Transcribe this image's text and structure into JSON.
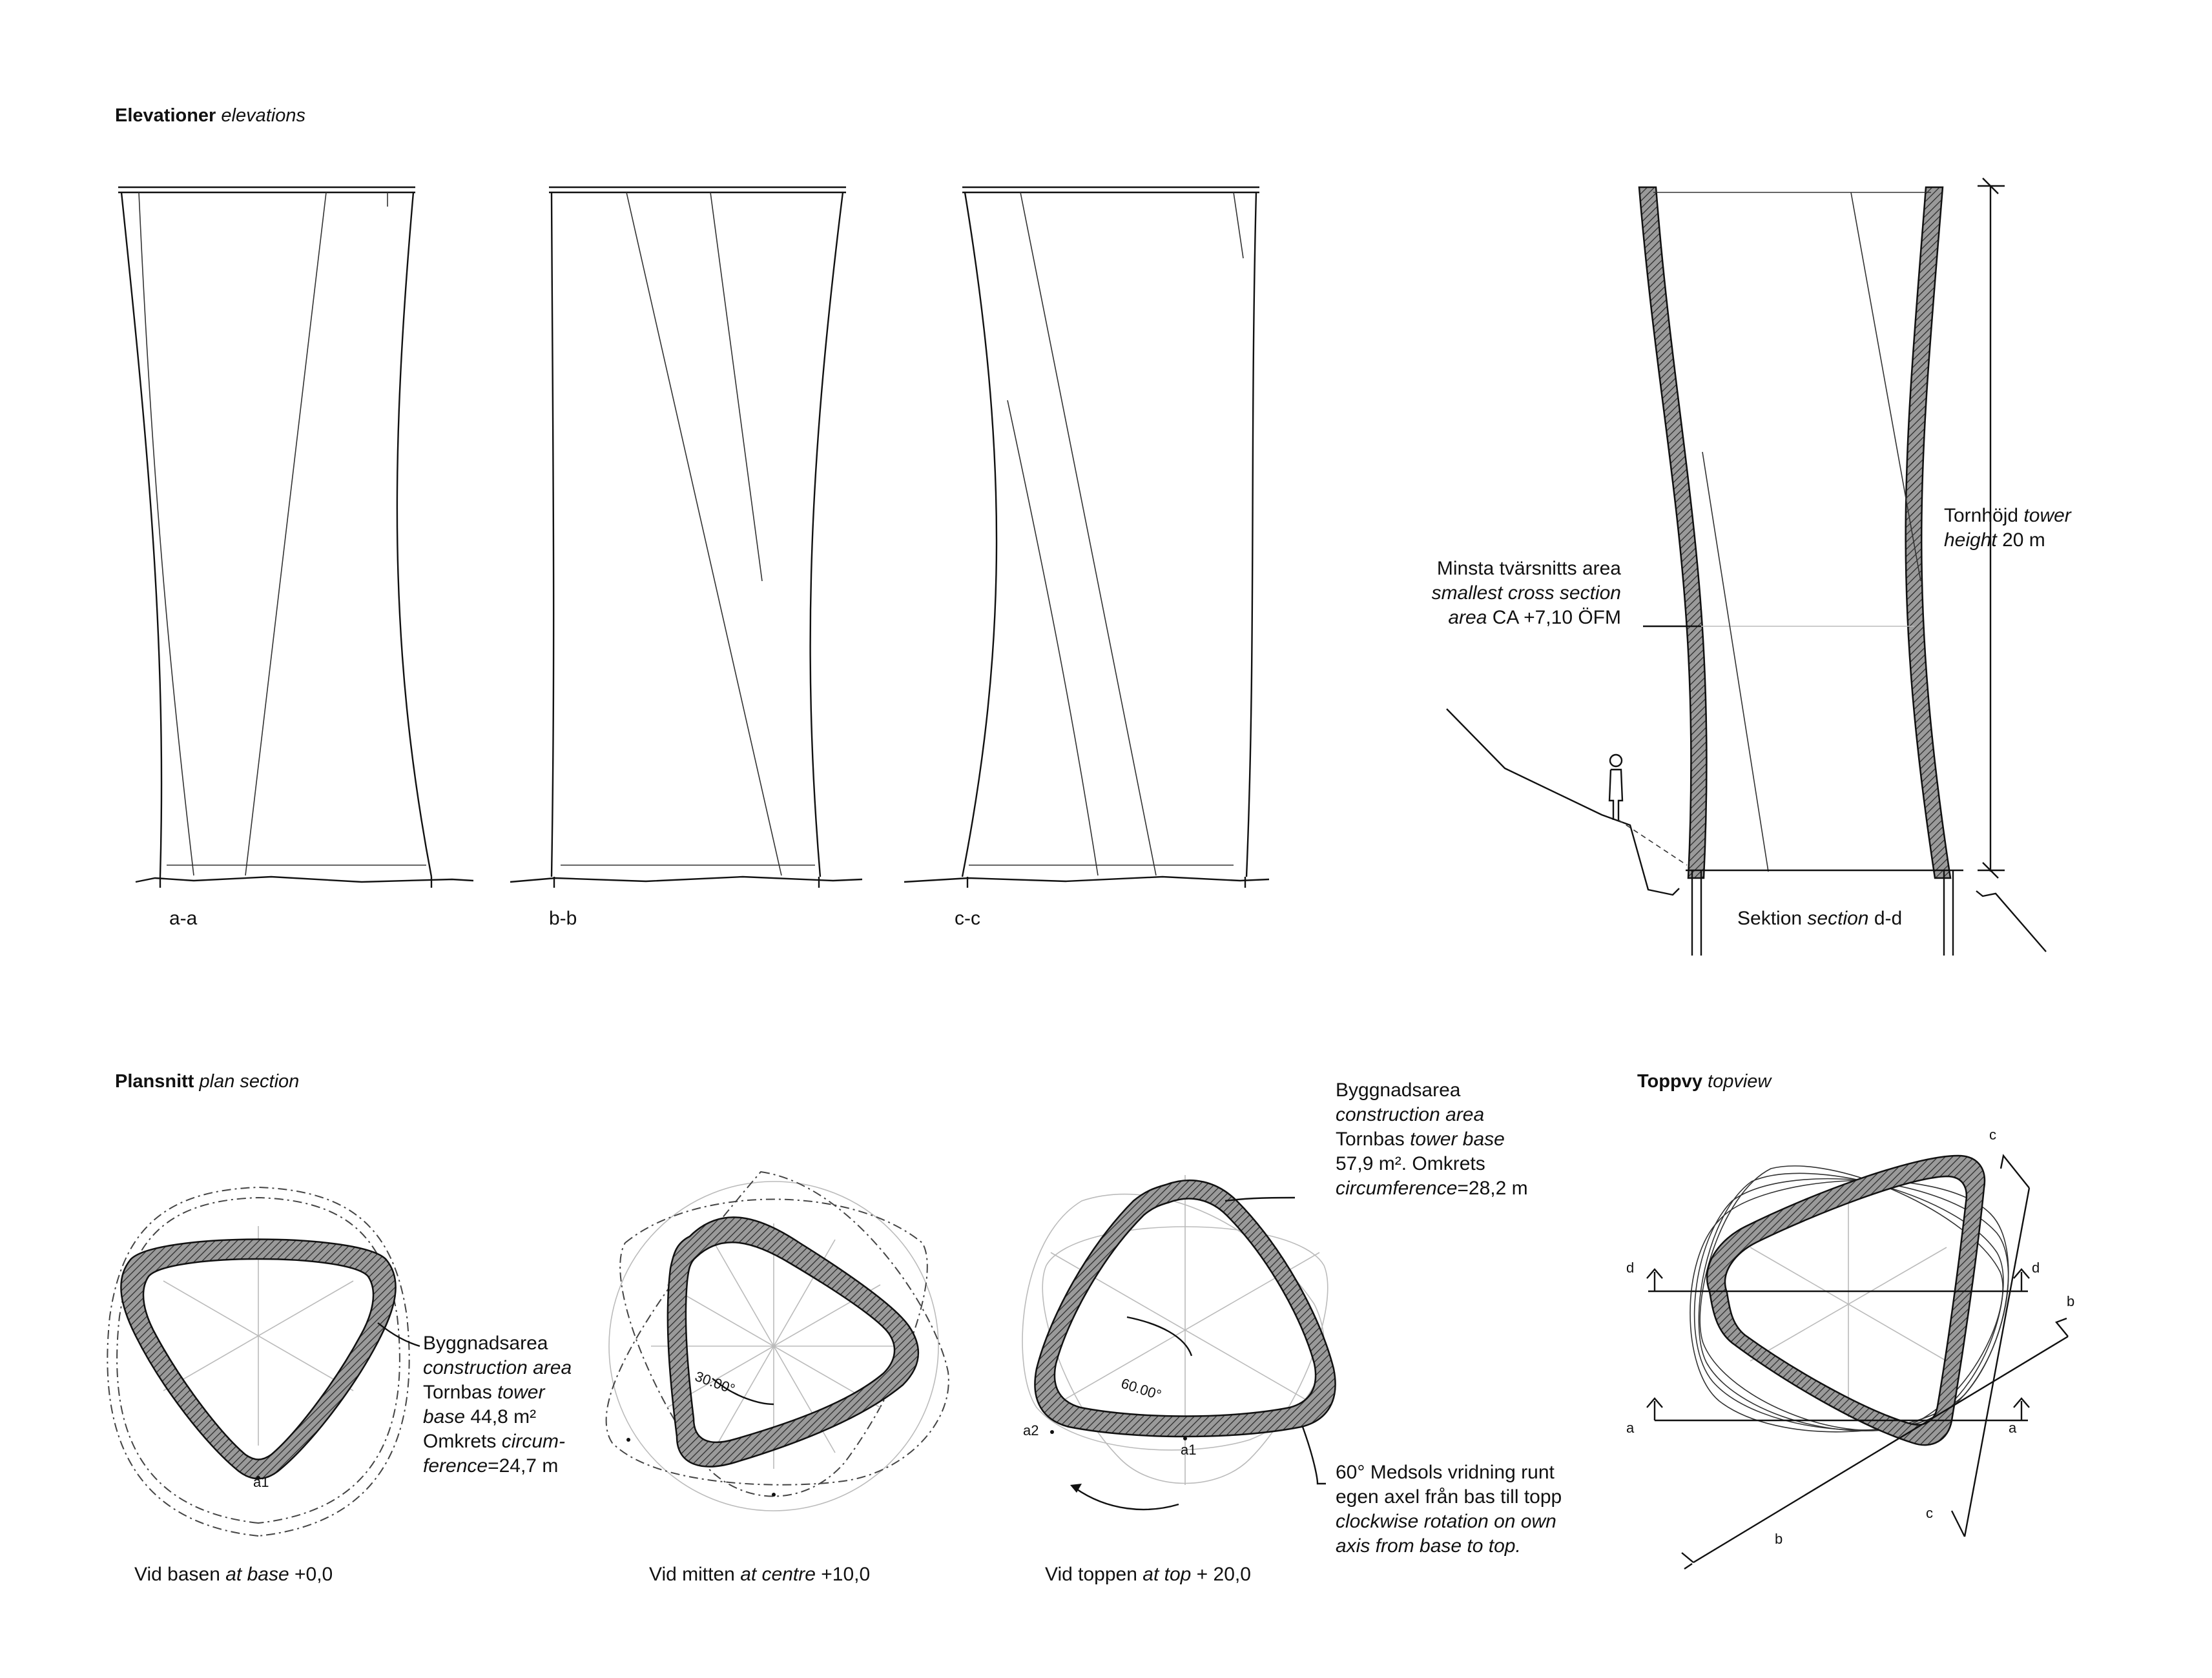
{
  "headings": {
    "elevations_sv": "Elevationer",
    "elevations_en": "elevations",
    "plan_sv": "Plansnitt",
    "plan_en": "plan section",
    "top_sv": "Toppvy",
    "top_en": "topview"
  },
  "elevation_labels": [
    "a-a",
    "b-b",
    "c-c"
  ],
  "section": {
    "label_sv": "Sektion",
    "label_en": "section",
    "label_id": "d-d",
    "height_sv": "Tornhöjd",
    "height_en": "tower",
    "height_en2": "height",
    "height_value": "20 m",
    "min_cross_sv": "Minsta tvärsnitts area",
    "min_cross_en": "smallest cross section",
    "min_cross_en2": "area",
    "min_cross_value": "CA +7,10 ÖFM"
  },
  "plans": {
    "base": {
      "caption_sv": "Vid basen",
      "caption_en": "at base",
      "caption_level": "+0,0",
      "point_label": "a1",
      "area_sv": "Byggnadsarea",
      "area_en": "construction area",
      "base_sv": "Tornbas",
      "base_en": "tower",
      "base_en2": "base",
      "base_value": "44,8 m²",
      "circ_sv": "Omkrets",
      "circ_en": "circum-",
      "circ_en2": "ference",
      "circ_value": "=24,7 m"
    },
    "centre": {
      "caption_sv": "Vid mitten",
      "caption_en": "at centre",
      "caption_level": "+10,0",
      "angle": "30.00°"
    },
    "top": {
      "caption_sv": "Vid toppen",
      "caption_en": "at top",
      "caption_level": "+ 20,0",
      "angle": "60.00°",
      "point_a1": "a1",
      "point_a2": "a2",
      "area_sv": "Byggnadsarea",
      "area_en": "construction area",
      "base_sv": "Tornbas",
      "base_en": "tower base",
      "base_value": "57,9 m². Omkrets",
      "circ_en": "circumference",
      "circ_value": "=28,2 m",
      "rot_sv1": "60° Medsols vridning runt",
      "rot_sv2": "egen axel från bas till topp",
      "rot_en1": "clockwise rotation on own",
      "rot_en2": "axis from base to top."
    }
  },
  "topview_markers": {
    "a": "a",
    "b": "b",
    "c": "c",
    "d": "d"
  }
}
